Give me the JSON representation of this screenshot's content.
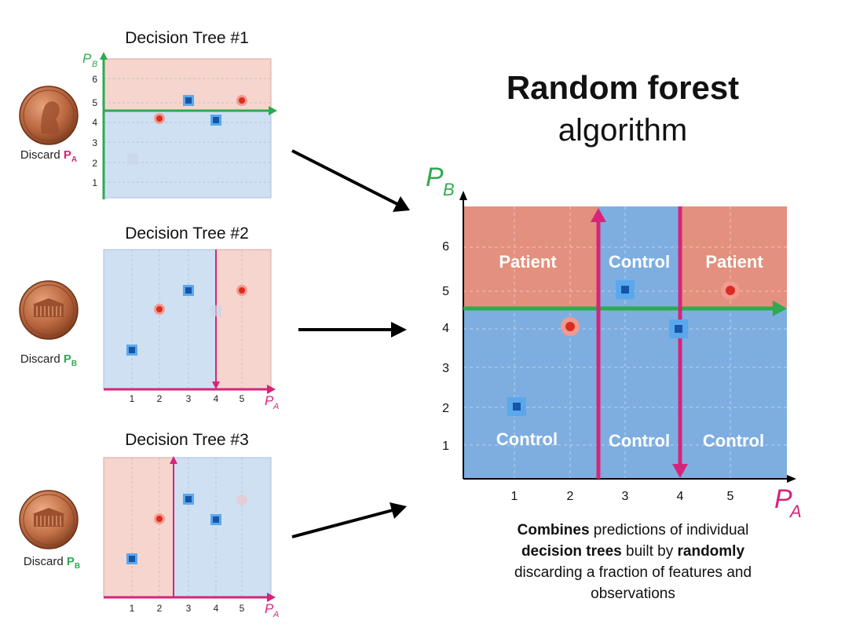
{
  "title": "Random forest",
  "subtitle": "algorithm",
  "caption": {
    "line1": {
      "b1": "Combines",
      "t1": " predictions of individual"
    },
    "line2": {
      "b1": "decision trees",
      "t1": " built by ",
      "b2": "randomly"
    },
    "line3": "discarding a fraction of features and",
    "line4": "observations"
  },
  "trees": [
    {
      "title": "Decision Tree #1",
      "discard_text": "Discard ",
      "discard_var": "P",
      "discard_sub": "A",
      "discard_color": "#d6247a",
      "yticks": [
        "1",
        "2",
        "3",
        "4",
        "5",
        "6"
      ],
      "xticks": [],
      "y_axis_label": "P",
      "y_axis_sub": "B",
      "x_axis_label": "",
      "x_axis_sub": ""
    },
    {
      "title": "Decision Tree #2",
      "discard_text": "Discard ",
      "discard_var": "P",
      "discard_sub": "B",
      "discard_color": "#2eaa4f",
      "yticks": [],
      "xticks": [
        "1",
        "2",
        "3",
        "4",
        "5"
      ],
      "y_axis_label": "",
      "y_axis_sub": "",
      "x_axis_label": "P",
      "x_axis_sub": "A"
    },
    {
      "title": "Decision Tree #3",
      "discard_text": "Discard ",
      "discard_var": "P",
      "discard_sub": "B",
      "discard_color": "#2eaa4f",
      "yticks": [],
      "xticks": [
        "1",
        "2",
        "3",
        "4",
        "5"
      ],
      "y_axis_label": "",
      "y_axis_sub": "",
      "x_axis_label": "P",
      "x_axis_sub": "A"
    }
  ],
  "forest": {
    "y_axis_label": "P",
    "y_axis_sub": "B",
    "x_axis_label": "P",
    "x_axis_sub": "A",
    "xticks": [
      "1",
      "2",
      "3",
      "4",
      "5"
    ],
    "yticks": [
      "1",
      "2",
      "3",
      "4",
      "5",
      "6"
    ],
    "region_labels": {
      "top_left": "Patient",
      "top_mid": "Control",
      "top_right": "Patient",
      "bottom_left": "Control",
      "bottom_mid": "Control",
      "bottom_right": "Control"
    }
  },
  "colors": {
    "patient_region": "#e3907f",
    "control_region": "#7eaee0",
    "patient_light": "#f5d5cd",
    "control_light": "#cfe0f3",
    "split_green": "#2eaa4f",
    "split_magenta": "#d6247a",
    "patient_point": "#e63a2e",
    "control_point": "#1a6fd0"
  },
  "icons": {
    "coins": [
      "penny-lincoln-icon",
      "penny-memorial-icon",
      "penny-memorial-icon"
    ],
    "arrows": "black-arrow-icon"
  }
}
